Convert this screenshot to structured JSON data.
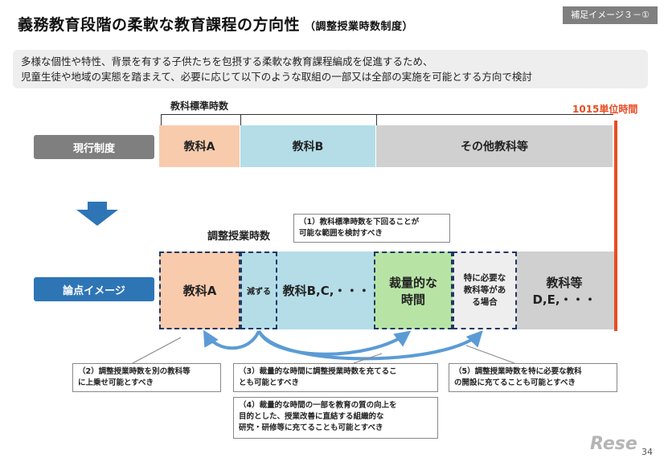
{
  "title": {
    "main": "義務教育段階の柔軟な教育課程の方向性",
    "sub": "（調整授業時数制度）"
  },
  "tag": "補足イメージ３－①",
  "summary": [
    "多様な個性や特性、背景を有する子供たちを包摂する柔軟な教育課程編成を促進するため、",
    "児童生徒や地域の実態を踏まえて、必要に応じて以下のような取組の一部又は全部の実施を可能とする方向で検討"
  ],
  "top_label": "教科標準時数",
  "total_label": "1015単位時間",
  "current": {
    "label": "現行制度",
    "cells": [
      "教科A",
      "教科B",
      "その他教科等"
    ]
  },
  "adjust_label": "調整授業時数",
  "proposal": {
    "label": "論点イメージ",
    "cells": [
      "教科A",
      "減ずる",
      "教科B,C,・・・",
      "裁量的な時間",
      "特に必要な教科等がある場合",
      "教科等 D,E,・・・"
    ]
  },
  "notes": {
    "n1": "（1）教科標準時数を下回ることが\n可能な範囲を検討すべき",
    "n2": "（2）調整授業時数を別の教科等\nに上乗せ可能とすべき",
    "n3": "（3）裁量的な時間に調整授業時数を充てるこ\nとも可能とすべき",
    "n4": "（4）裁量的な時間の一部を教育の質の向上を\n目的とした、授業改善に直結する組織的な\n研究・研修等に充てることも可能とすべき",
    "n5": "（5）調整授業時数を特に必要な教科\nの開設に充てることも可能とすべき"
  },
  "colors": {
    "peach": "#f8cbad",
    "blue": "#b4dde8",
    "gray": "#d0d0d0",
    "green": "#b7e4a4",
    "label_gray": "#7f7f7f",
    "label_blue": "#2e75b6",
    "red": "#e84c22",
    "navy": "#1f3864"
  },
  "logo": "Rese",
  "page_number": "34"
}
